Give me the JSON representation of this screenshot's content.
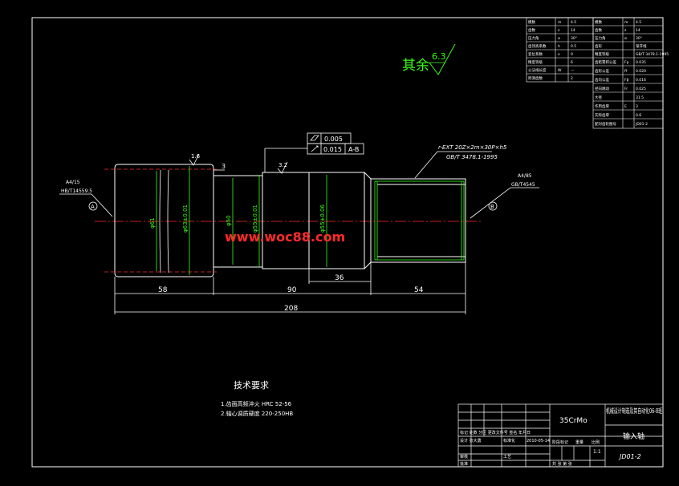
{
  "roughness": {
    "prefix": "其余",
    "value": "6.3"
  },
  "tolerance": {
    "flatness": "0.005",
    "runout": "0.015",
    "datum": "A-B"
  },
  "thread": {
    "spec": "r-EXT 20Z×2m×30P×h5",
    "standard": "GB/T 3478.1-1995"
  },
  "datum_left": {
    "label": "A",
    "spec1": "A4/15",
    "spec2": "HB/T14559.5"
  },
  "datum_right": {
    "label": "B",
    "spec1": "A4/85",
    "spec2": "GB/T4545"
  },
  "roughness_marks": {
    "top_left": "1.6",
    "top_mid": "3.2"
  },
  "chamfer": "3",
  "diameters": {
    "d1": "φ61",
    "d2": "φ63±0.01",
    "d3": "φ50",
    "d4": "φ55±0.01",
    "d5": "φ55±0.06"
  },
  "lengths": {
    "l58": "58",
    "l90": "90",
    "l36": "36",
    "l54": "54",
    "total": "208"
  },
  "watermark": "www.woc88.com",
  "tech_req": {
    "title": "技术要求",
    "items": [
      "1.齿面高频淬火 HRC 52-56",
      "2.轴心调质硬度 220-250HB"
    ]
  },
  "params_left": [
    [
      "模数",
      "m",
      "4.5"
    ],
    [
      "齿数",
      "z",
      "14"
    ],
    [
      "压力角",
      "α",
      "30°"
    ],
    [
      "齿顶高系数",
      "h",
      "0.5"
    ],
    [
      "变位系数",
      "x",
      "0"
    ],
    [
      "精度等级",
      "",
      "6"
    ],
    [
      "公法线长度",
      "W",
      "—"
    ],
    [
      "跨测齿数",
      "",
      "2"
    ]
  ],
  "params_right": [
    [
      "模数",
      "m",
      "4.5"
    ],
    [
      "齿数",
      "z",
      "14"
    ],
    [
      "压力角",
      "α",
      "30°"
    ],
    [
      "齿形",
      "",
      "渐开线"
    ],
    [
      "精度等级",
      "",
      "GB/T 3478.1-1995"
    ],
    [
      "齿距累积公差",
      "Fp",
      "0.035"
    ],
    [
      "齿形公差",
      "ff",
      "0.020"
    ],
    [
      "齿向公差",
      "Fβ",
      "0.016"
    ],
    [
      "径向跳动",
      "Fr",
      "0.025"
    ],
    [
      "大径",
      "",
      "31.5"
    ],
    [
      "作用齿厚",
      "E",
      "3"
    ],
    [
      "实际齿厚",
      "",
      "0.6"
    ],
    [
      "配对齿轮图号",
      "",
      "JD01-2"
    ]
  ],
  "title_block": {
    "material": "35CrMo",
    "school": "机械设计制造及其自动化06-8班",
    "part_name": "输入轴",
    "drawing_no": "JD01-2",
    "scale": "1:1",
    "row_labels": [
      "标记",
      "处数",
      "分区",
      "更改文件号",
      "签名",
      "年月日"
    ],
    "designer": "设计 张大勇",
    "date": "2010-05-14",
    "check": "标准化",
    "review": "审核",
    "process": "工艺",
    "approve": "批准",
    "stage": "阶段标记",
    "weight": "重量",
    "ratio": "比例",
    "sheets": "共 张 第 张"
  }
}
